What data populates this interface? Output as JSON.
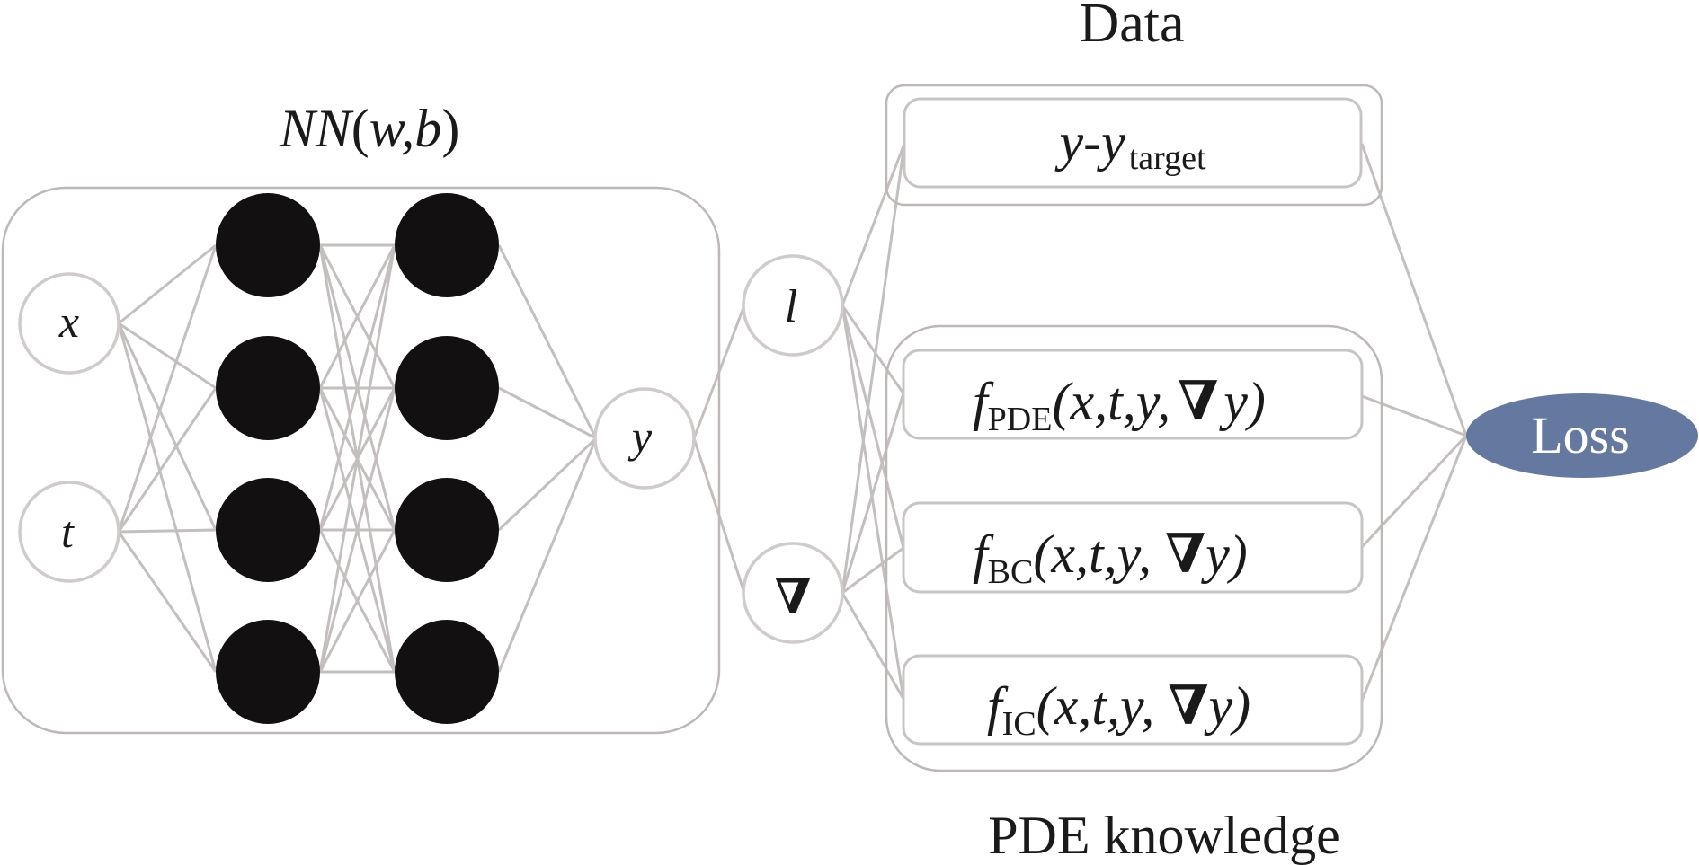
{
  "titles": {
    "network": {
      "main": "NN",
      "open": "(",
      "args": "w,b",
      "close": ")"
    },
    "data": "Data",
    "pde_knowledge": "PDE knowledge"
  },
  "nodes": {
    "inputs": [
      {
        "id": "x",
        "label": "x"
      },
      {
        "id": "t",
        "label": "t"
      }
    ],
    "hidden_layers": [
      {
        "name": "hidden-layer-1",
        "neurons": 4
      },
      {
        "name": "hidden-layer-2",
        "neurons": 4
      }
    ],
    "output": {
      "id": "y",
      "label": "y"
    },
    "operators": [
      {
        "id": "identity",
        "label": "l"
      },
      {
        "id": "gradient",
        "label": "∇"
      }
    ],
    "loss": {
      "label": "Loss"
    }
  },
  "terms": {
    "data_term": {
      "base": "y",
      "dash": "-",
      "base2": "y",
      "sub": "target"
    },
    "pde_terms": [
      {
        "id": "pde",
        "fn": "f",
        "sub": "PDE",
        "args_pre": "(x,t,y,",
        "nabla": "∇",
        "args_post": "y)"
      },
      {
        "id": "bc",
        "fn": "f",
        "sub": "BC",
        "args_pre": "(x,t,y, ",
        "nabla": "∇",
        "args_post": "y)"
      },
      {
        "id": "ic",
        "fn": "f",
        "sub": "IC",
        "args_pre": "(x,t,y, ",
        "nabla": "∇",
        "args_post": "y)"
      }
    ]
  },
  "connections": {
    "input_to_hidden1": "fully-connected",
    "hidden1_to_hidden2": "fully-connected",
    "hidden2_to_output": "fully-connected",
    "output_to_operators": [
      "l",
      "∇"
    ],
    "operators_to_terms": [
      "y-y_target",
      "f_PDE",
      "f_BC",
      "f_IC"
    ],
    "terms_to_loss": [
      "y-y_target",
      "f_PDE",
      "f_BC",
      "f_IC"
    ]
  },
  "colors": {
    "loss_fill": "#6478a0",
    "loss_text": "#ffffff",
    "hidden_node": "#121010",
    "edge": "#c3bfbe"
  }
}
